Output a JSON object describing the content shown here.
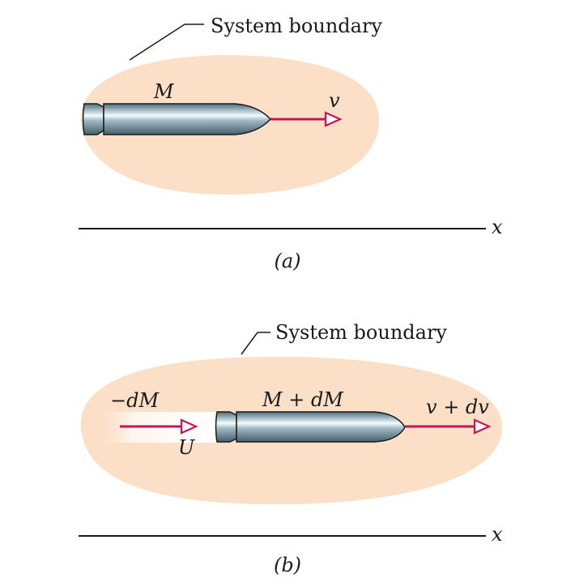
{
  "panel_a": {
    "boundary_label": "System boundary",
    "mass_label": "M",
    "velocity_label": "v",
    "axis_label": "x",
    "caption": "(a)"
  },
  "panel_b": {
    "boundary_label": "System boundary",
    "exhaust_mass_label": "−dM",
    "exhaust_velocity_label": "U",
    "mass_label": "M + dM",
    "velocity_label": "v + dv",
    "axis_label": "x",
    "caption": "(b)"
  },
  "colors": {
    "boundary_fill": "#fbdfc6",
    "arrow": "#c2185b",
    "rocket_body": "#7c9aa6",
    "axis": "#1a1a1a"
  }
}
